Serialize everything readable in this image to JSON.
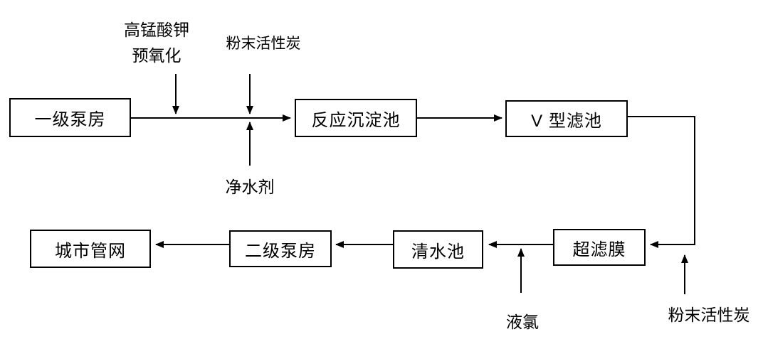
{
  "diagram": {
    "kind": "process-flow",
    "language": "zh-CN",
    "colors": {
      "line": "#000000",
      "text": "#000000",
      "background": "#ffffff"
    }
  },
  "nodes": [
    {
      "id": "primary-pump-house",
      "label": "一级泵房"
    },
    {
      "id": "reaction-sedimentation",
      "label": "反应沉淀池"
    },
    {
      "id": "v-type-filter",
      "label": "V 型滤池"
    },
    {
      "id": "ultrafiltration-membrane",
      "label": "超滤膜"
    },
    {
      "id": "clear-water-tank",
      "label": "清水池"
    },
    {
      "id": "secondary-pump-house",
      "label": "二级泵房"
    },
    {
      "id": "city-pipe-network",
      "label": "城市管网"
    }
  ],
  "annotations": [
    {
      "id": "potassium-permanganate",
      "label_line1": "高锰酸钾",
      "label_line2": "预氧化"
    },
    {
      "id": "powdered-activated-carbon-top",
      "label": "粉末活性炭"
    },
    {
      "id": "water-purifying-agent",
      "label": "净水剂"
    },
    {
      "id": "liquid-chlorine",
      "label": "液氯"
    },
    {
      "id": "powdered-activated-carbon-right",
      "label": "粉末活性炭"
    }
  ]
}
